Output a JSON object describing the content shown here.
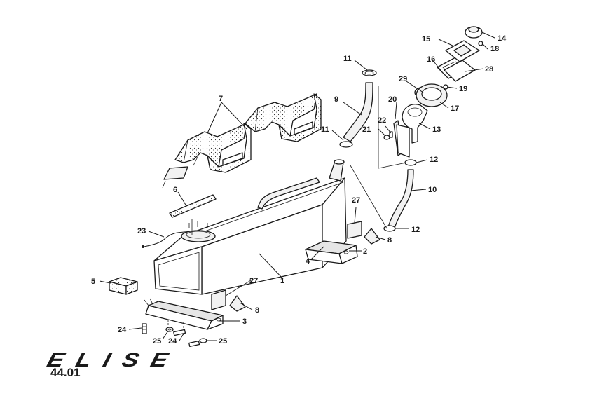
{
  "diagram": {
    "labels": [
      "1",
      "2",
      "3",
      "4",
      "5",
      "6",
      "7",
      "8",
      "8",
      "9",
      "10",
      "11",
      "11",
      "12",
      "12",
      "13",
      "14",
      "15",
      "16",
      "17",
      "18",
      "19",
      "20",
      "21",
      "22",
      "23",
      "24",
      "24",
      "25",
      "25",
      "27",
      "27",
      "28",
      "29"
    ]
  },
  "brand": {
    "logo_text": "ELISE"
  },
  "page": {
    "number": "44.01"
  }
}
